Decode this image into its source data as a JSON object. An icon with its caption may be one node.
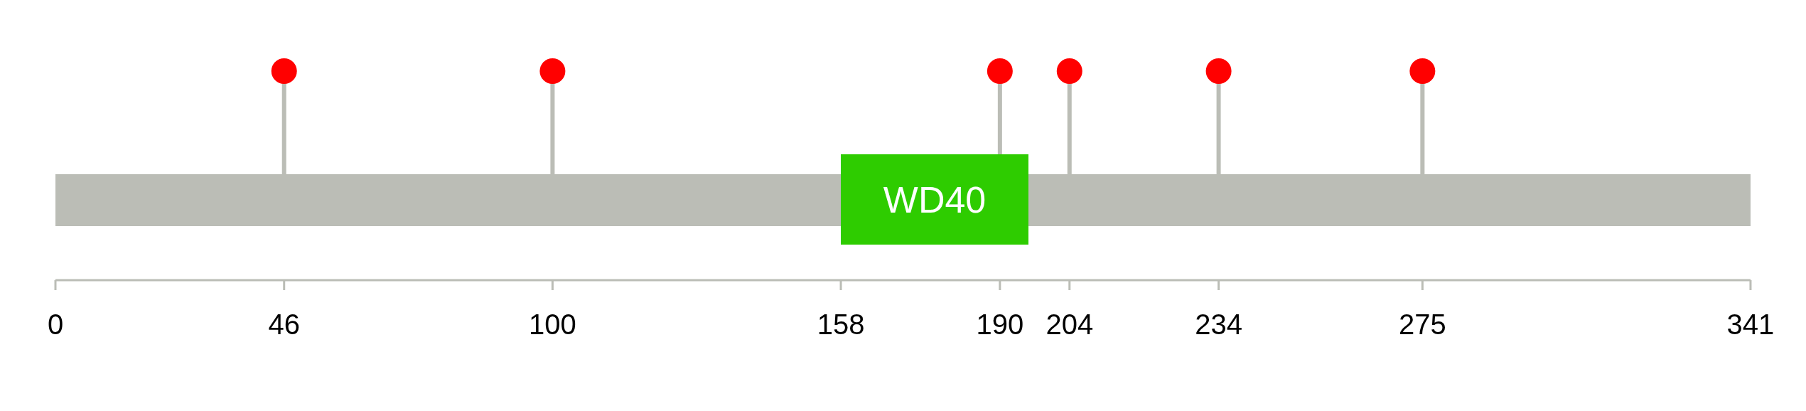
{
  "diagram": {
    "nodes": [
      {
        "text": [
          "WD40"
        ]
      }
    ],
    "labels": [
      "0",
      "46",
      "100",
      "158",
      "190",
      "204",
      "234",
      "275",
      "341"
    ]
  }
}
